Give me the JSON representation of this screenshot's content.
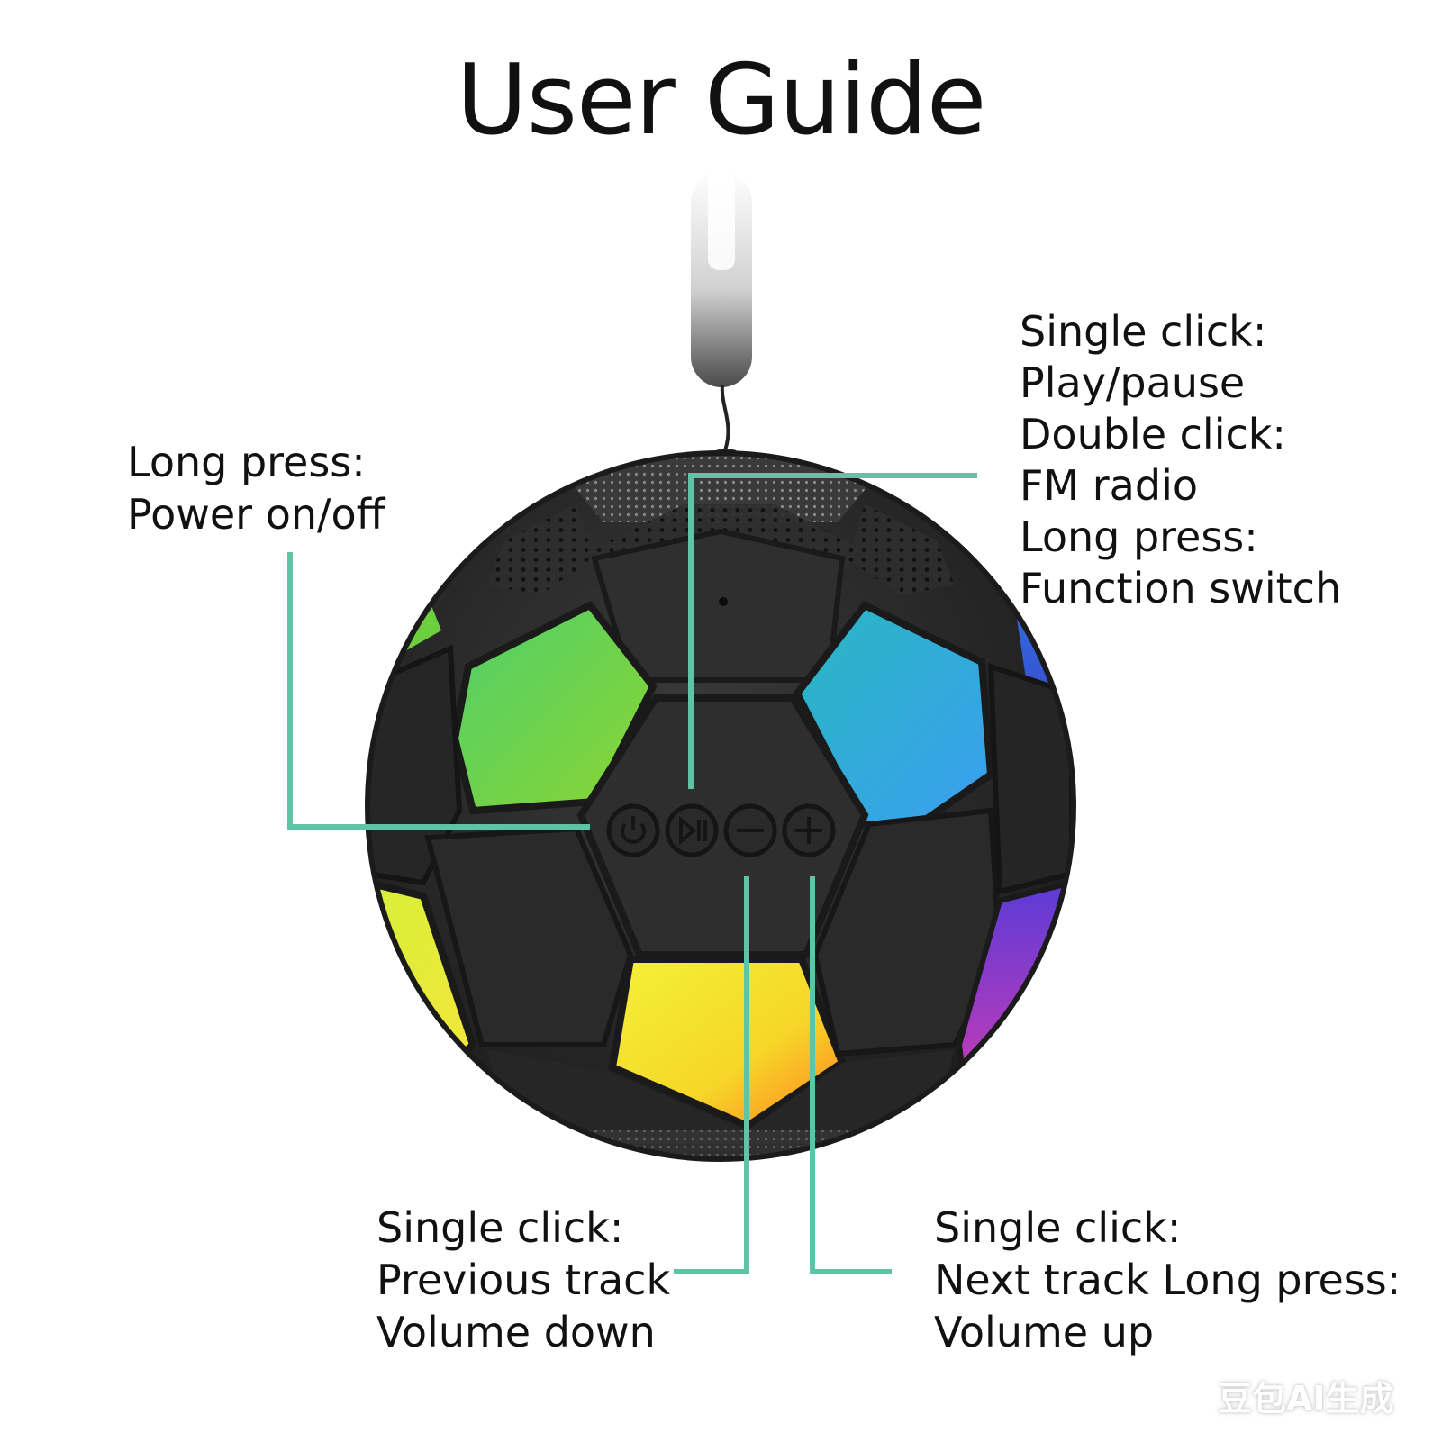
{
  "title": "User Guide",
  "colors": {
    "leader_line": "#5fc3a5",
    "ball_body": "#2b2b2b",
    "panel_green": "#6fd24a",
    "panel_blue": "#3ab7e8",
    "panel_yellow": "#eef23a",
    "panel_orange": "#ff8a1c",
    "panel_purple": "#8a3bd6"
  },
  "callouts": {
    "power": {
      "lines": [
        "Long press:",
        "Power on/off"
      ]
    },
    "play": {
      "lines": [
        "Single click:",
        "Play/pause",
        "Double click:",
        "FM radio",
        "Long press:",
        "Function switch"
      ]
    },
    "prev": {
      "lines": [
        "Single click:",
        "Previous track",
        "Volume down"
      ]
    },
    "next": {
      "lines": [
        "Single click:",
        "Next track Long press:",
        "Volume up"
      ]
    }
  },
  "buttons": [
    {
      "name": "power",
      "icon": "power-icon"
    },
    {
      "name": "play-pause",
      "icon": "play-pause-icon"
    },
    {
      "name": "minus",
      "icon": "minus-icon"
    },
    {
      "name": "plus",
      "icon": "plus-icon"
    }
  ],
  "watermark": "豆包AI生成"
}
